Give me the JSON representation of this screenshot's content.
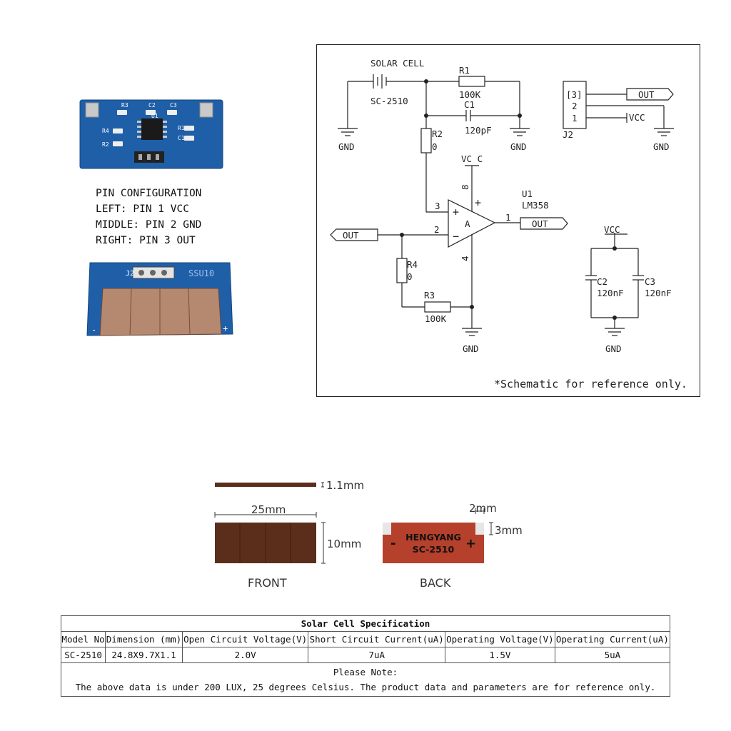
{
  "board_top": {
    "labels": [
      "R3",
      "C2",
      "C3",
      "U1",
      "R4",
      "R1",
      "C1",
      "R2"
    ]
  },
  "pin_configuration": {
    "heading": "PIN CONFIGURATION",
    "left": "LEFT: PIN 1 VCC",
    "middle": "MIDDLE: PIN 2 GND",
    "right": "RIGHT: PIN 3 OUT"
  },
  "board_bottom": {
    "silk_text": "SSU10",
    "j2": "J2",
    "minus": "-",
    "plus": "+"
  },
  "schematic": {
    "solar_cell": "SOLAR CELL",
    "solar_model": "SC-2510",
    "r1": "R1",
    "r1_val": "100K",
    "c1": "C1",
    "c1_val": "120pF",
    "r2": "R2",
    "r2_val": "0",
    "r3": "R3",
    "r3_val": "100K",
    "r4": "R4",
    "r4_val": "0",
    "c2": "C2",
    "c2_val": "120nF",
    "c3": "C3",
    "c3_val": "120nF",
    "u1": "U1",
    "u1_part": "LM358",
    "amp_unit": "A",
    "pin1": "1",
    "pin2": "2",
    "pin3": "3",
    "pin4": "4",
    "pin8": "8",
    "plus_sign": "+",
    "minus_sign": "−",
    "vcc_top": "VC C",
    "vcc": "VCC",
    "gnd": "GND",
    "out": "OUT",
    "j2": "J2",
    "j2_pin3": "[3]",
    "j2_pin2": "2",
    "j2_pin1": "1",
    "note": "*Schematic for reference only."
  },
  "dimensions": {
    "thickness": "1.1mm",
    "width": "25mm",
    "height": "10mm",
    "pad_width": "2mm",
    "pad_height": "3mm",
    "front_label": "FRONT",
    "back_label": "BACK",
    "back_brand": "HENGYANG",
    "back_model": "SC-2510",
    "back_minus": "-",
    "back_plus": "+"
  },
  "spec_table": {
    "title": "Solar Cell Specification",
    "headers": [
      "Model No",
      "Dimension (mm)",
      "Open Circuit Voltage(V)",
      "Short Circuit Current(uA)",
      "Operating Voltage(V)",
      "Operating Current(uA)"
    ],
    "row": [
      "SC-2510",
      "24.8X9.7X1.1",
      "2.0V",
      "7uA",
      "1.5V",
      "5uA"
    ],
    "note_heading": "Please Note:",
    "note_text": "The above data is under 200 LUX, 25 degrees Celsius. The product data and parameters are for reference only."
  },
  "colors": {
    "pcb_blue": "#1f5fa8",
    "solar_brown": "#5a2e1a",
    "back_red": "#b5402c"
  }
}
